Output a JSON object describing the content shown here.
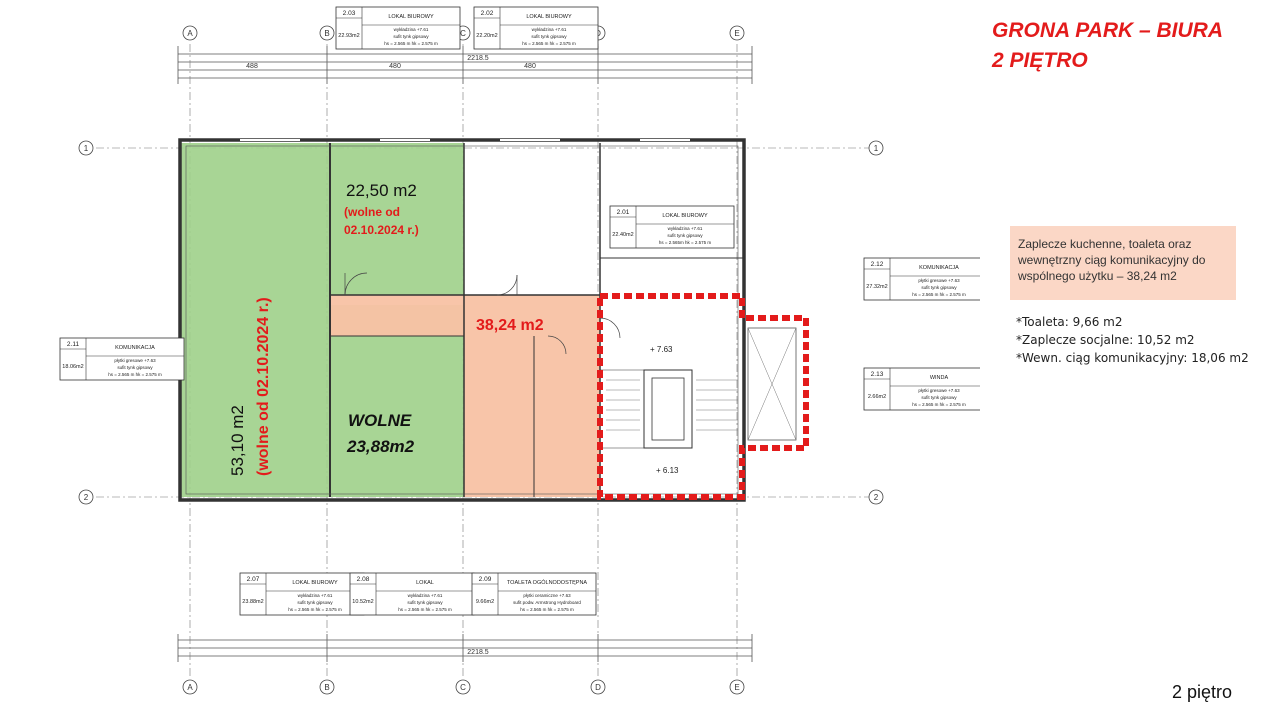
{
  "header": {
    "title_line1": "GRONA PARK – BIURA",
    "title_line2": "2 PIĘTRO"
  },
  "legend": {
    "text": "Zaplecze kuchenne, toaleta oraz wewnętrzny ciąg komunikacyjny do wspólnego użytku – 38,24 m2",
    "notes": [
      "*Toaleta: 9,66 m2",
      "*Zaplecze socjalne: 10,52 m2",
      "*Wewn. ciąg komunikacyjny: 18,06 m2"
    ]
  },
  "footer": {
    "label": "2 piętro"
  },
  "colors": {
    "green": "#9fd08a",
    "orange": "#f8c2a4",
    "red": "#e31b1b",
    "line": "#333333"
  },
  "plan": {
    "grid_cols": [
      "A",
      "B",
      "C",
      "D",
      "E"
    ],
    "grid_rows": [
      "1",
      "2"
    ],
    "dims": {
      "total": "2218.5",
      "span_ab": "488",
      "span_bc": "480",
      "span_cd": "480"
    },
    "rooms": {
      "large": {
        "area": "53,10 m2",
        "status": "(wolne od 02.10.2024 r.)"
      },
      "top": {
        "area": "22,50 m2",
        "status_line1": "(wolne od",
        "status_line2": "02.10.2024 r.)"
      },
      "common": {
        "area": "38,24 m2"
      },
      "free": {
        "label": "WOLNE",
        "area": "23,88m2"
      }
    },
    "tables": [
      {
        "num": "2.03",
        "name": "LOKAL BIUROWY",
        "area": "22.93m2",
        "l1": "wykładzina +7.61",
        "l2": "sufit tynk gipsowy",
        "l3": "hs = 2.565 m   hk = 2.575 m"
      },
      {
        "num": "2.02",
        "name": "LOKAL BIUROWY",
        "area": "22.20m2",
        "l1": "wykładzina +7.61",
        "l2": "sufit tynk gipsowy",
        "l3": "hs = 2.565 m   hk = 2.575 m"
      },
      {
        "num": "2.01",
        "name": "LOKAL BIUROWY",
        "area": "22.40m2",
        "l1": "wykładzina +7.61",
        "l2": "sufit tynk gipsowy",
        "l3": "hs = 2.565m   hk = 2.575 m"
      },
      {
        "num": "2.12",
        "name": "KOMUNIKACJA",
        "area": "27.32m2",
        "l1": "płytki gresowe +7.63",
        "l2": "sufit tynk gipsowy",
        "l3": "hs = 2.565 m   hk = 2.575 m"
      },
      {
        "num": "2.13",
        "name": "WINDA",
        "area": "2.66m2",
        "l1": "płytki gresowe +7.63",
        "l2": "sufit tynk gipsowy",
        "l3": "hs = 2.565 m   hk = 2.575 m"
      },
      {
        "num": "2.11",
        "name": "KOMUNIKACJA",
        "area": "18.06m2",
        "l1": "płytki gresowe +7.63",
        "l2": "sufit tynk gipsowy",
        "l3": "hs = 2.565 m   hk = 2.575 m"
      },
      {
        "num": "2.07",
        "name": "LOKAL BIUROWY",
        "area": "23.88m2",
        "l1": "wykładzina +7.61",
        "l2": "sufit tynk gipsowy",
        "l3": "hs = 2.565 m   hk = 2.575 m"
      },
      {
        "num": "2.08",
        "name": "LOKAL",
        "area": "10.52m2",
        "l1": "wykładzina +7.61",
        "l2": "sufit tynk gipsowy",
        "l3": "hs = 2.565 m   hk = 2.575 m"
      },
      {
        "num": "2.09",
        "name": "TOALETA OGÓLNODOSTĘPNA",
        "area": "9.66m2",
        "l1": "płytki ceramiczne +7.63",
        "l2": "sufit podw. Armstrong Hydroboard",
        "l3": "hs = 2.565 m   hk = 2.575 m"
      }
    ],
    "levels": [
      "+ 7.63",
      "+ 6.13"
    ]
  }
}
